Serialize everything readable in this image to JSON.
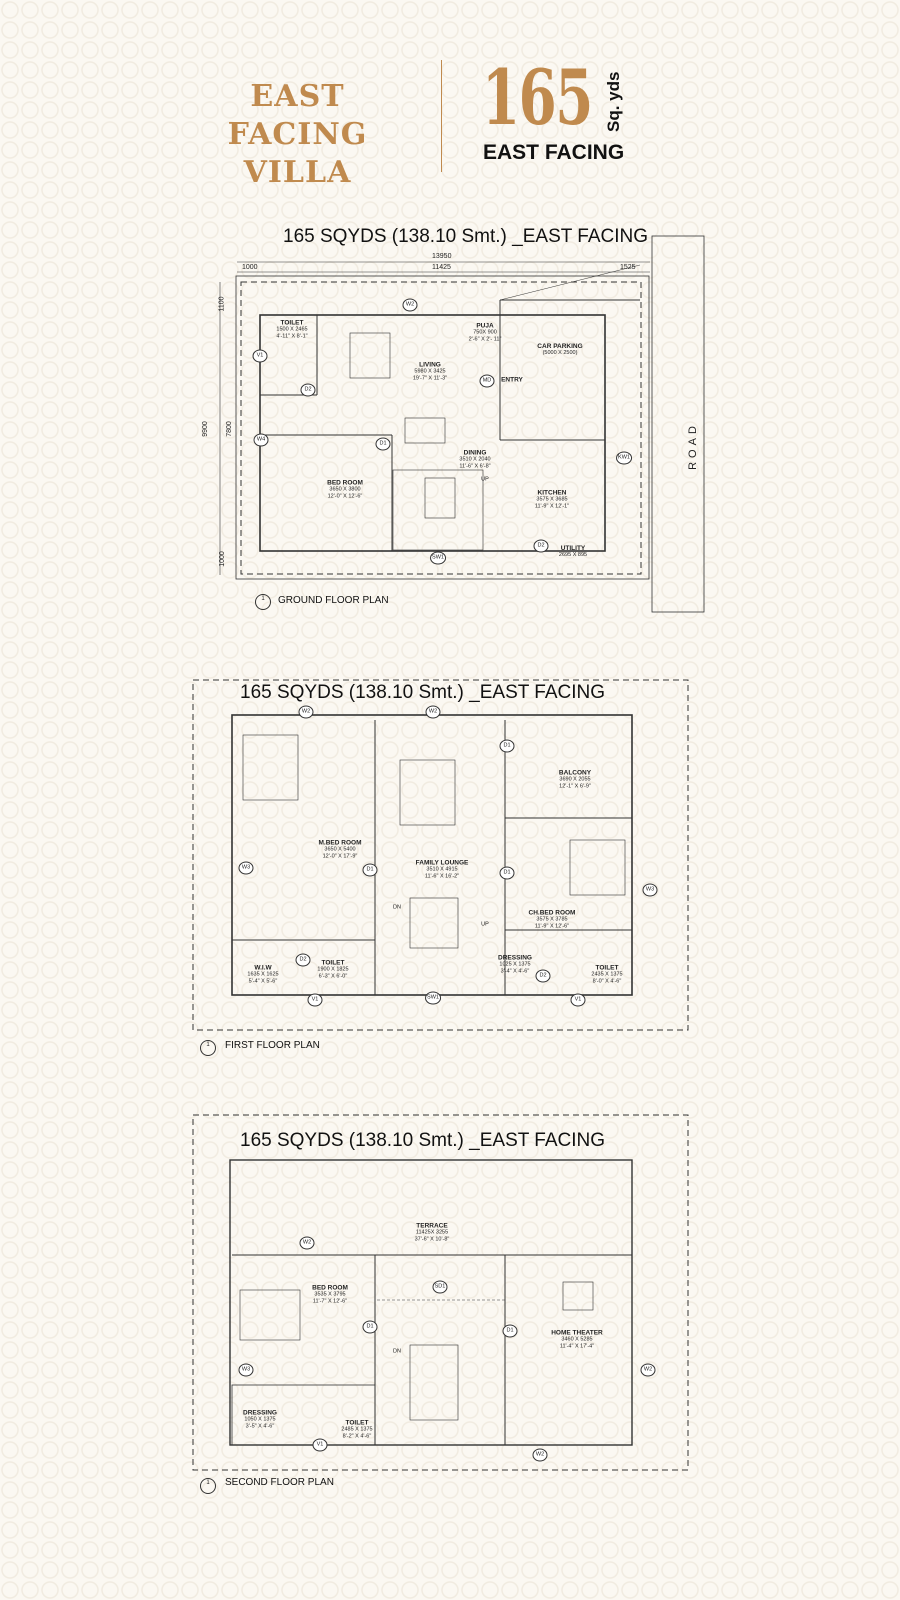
{
  "header": {
    "villa_title": "EAST FACING VILLA",
    "size_number": "165",
    "size_unit": "Sq. yds",
    "facing": "EAST FACING",
    "accent_color": "#c08a4e"
  },
  "ground_floor": {
    "title": "165 SQYDS (138.10 Smt.) _EAST FACING",
    "label": "GROUND FLOOR PLAN",
    "marker": "1",
    "road": "ROAD",
    "dimensions": {
      "total_width": "13950",
      "left_setback": "1000",
      "middle": "11425",
      "right_setback": "1525",
      "top": "1100",
      "depth": "7800",
      "total_depth": "9900",
      "bottom": "1000"
    },
    "rooms": [
      {
        "name": "TOILET",
        "dims": "1500 X 2465",
        "imperial": "4'-11\" X 8'-1\""
      },
      {
        "name": "LIVING",
        "dims": "5980 X 3425",
        "imperial": "19'-7\" X 11'-3\""
      },
      {
        "name": "PUJA",
        "dims": "750X 900",
        "imperial": "2'-6\" X 2'- 11\""
      },
      {
        "name": "CAR PARKING",
        "dims": "(5000 X 2500)",
        "imperial": ""
      },
      {
        "name": "ENTRY",
        "dims": "",
        "imperial": ""
      },
      {
        "name": "BED ROOM",
        "dims": "3650 X 3800",
        "imperial": "12'-0\" X 12'-6\""
      },
      {
        "name": "DINING",
        "dims": "3510 X 2040",
        "imperial": "11'-6\" X 6'-8\""
      },
      {
        "name": "KITCHEN",
        "dims": "3575 X 3685",
        "imperial": "11'-9\" X 12'-1\""
      },
      {
        "name": "UTILITY",
        "dims": "2695 X 895",
        "imperial": ""
      }
    ],
    "tags": [
      "W2",
      "V1",
      "D2",
      "W4",
      "D1",
      "MD",
      "KW1",
      "D2",
      "SW1",
      "UP"
    ]
  },
  "first_floor": {
    "title": "165 SQYDS (138.10 Smt.) _EAST FACING",
    "label": "FIRST FLOOR PLAN",
    "marker": "1",
    "rooms": [
      {
        "name": "BALCONY",
        "dims": "3690 X 2055",
        "imperial": "12'-1\" X 6'-9\""
      },
      {
        "name": "M.BED ROOM",
        "dims": "3650 X 5400",
        "imperial": "12'-0\" X 17'-9\""
      },
      {
        "name": "FAMILY LOUNGE",
        "dims": "3510 X 4915",
        "imperial": "11'-6\" X 16'-2\""
      },
      {
        "name": "CH.BED ROOM",
        "dims": "3575 X 3785",
        "imperial": "11'-9\" X 12'-6\""
      },
      {
        "name": "W.I.W",
        "dims": "1635 X 1625",
        "imperial": "5'-4\" X 5'-6\""
      },
      {
        "name": "TOILET",
        "dims": "1900 X 1825",
        "imperial": "6'-3\" X 6'-0\""
      },
      {
        "name": "DRESSING",
        "dims": "1025 X 1375",
        "imperial": "3'-4\" X 4'-6\""
      },
      {
        "name": "TOILET",
        "dims": "2435 X 1375",
        "imperial": "8'-0\" X 4'-6\""
      }
    ],
    "tags": [
      "W2",
      "W2",
      "D1",
      "D1",
      "D1",
      "W3",
      "W3",
      "D2",
      "D2",
      "V1",
      "V1",
      "SW1",
      "DN",
      "UP"
    ]
  },
  "second_floor": {
    "title": "165 SQYDS (138.10 Smt.) _EAST FACING",
    "label": "SECOND FLOOR PLAN",
    "marker": "1",
    "rooms": [
      {
        "name": "TERRACE",
        "dims": "11425X 3255",
        "imperial": "37'-6\" X 10'-8\""
      },
      {
        "name": "BED ROOM",
        "dims": "3535 X 3795",
        "imperial": "11'-7\" X 12'-6\""
      },
      {
        "name": "HOME THEATER",
        "dims": "3460 X 5285",
        "imperial": "11'-4\" X 17'-4\""
      },
      {
        "name": "DRESSING",
        "dims": "1050 X 1375",
        "imperial": "3'-5\" X 4'-6\""
      },
      {
        "name": "TOILET",
        "dims": "2485 X 1375",
        "imperial": "8'-2\" X 4'-6\""
      }
    ],
    "tags": [
      "W2",
      "SD1",
      "D1",
      "D1",
      "W3",
      "W2",
      "V1",
      "W2",
      "DN"
    ]
  }
}
